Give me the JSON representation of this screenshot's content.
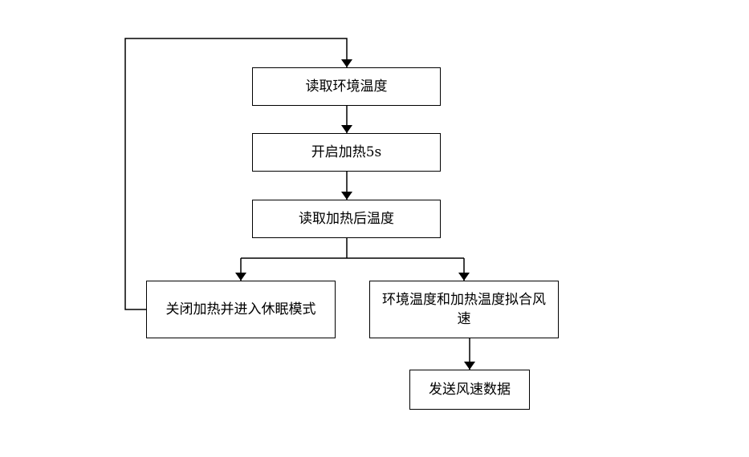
{
  "flowchart": {
    "steps": {
      "read_env_temp": "读取环境温度",
      "heat_on": "开启加热5s",
      "read_heated_temp": "读取加热后温度",
      "sleep": "关闭加热并进入休眠模式",
      "fit_wind_speed": "环境温度和加热温度拟合风速",
      "send_data": "发送风速数据"
    },
    "colors": {
      "stroke": "#000000",
      "fill": "#ffffff"
    }
  }
}
